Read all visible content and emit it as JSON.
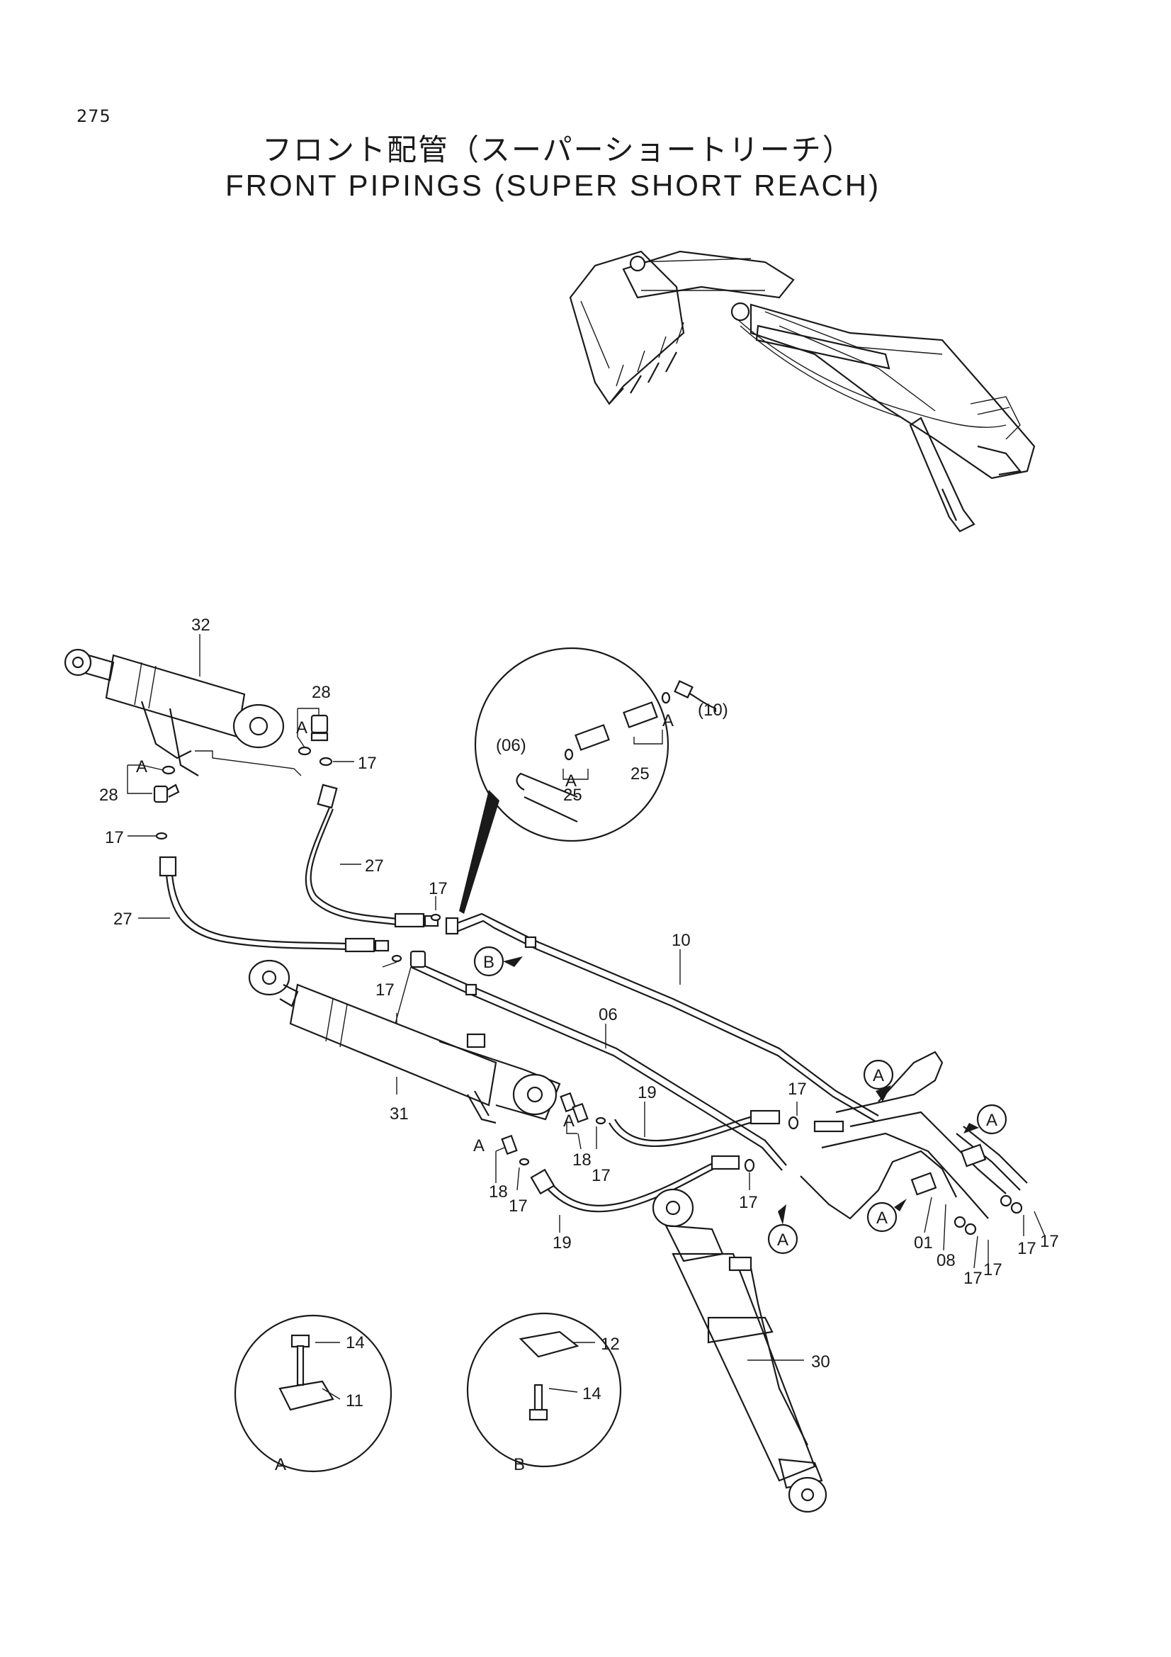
{
  "page": {
    "number": "275"
  },
  "title": {
    "japanese": "フロント配管（スーパーショートリーチ）",
    "english": "FRONT PIPINGS (SUPER SHORT REACH)"
  },
  "callouts": {
    "c32": "32",
    "c28a": "28",
    "c28b": "28",
    "c17a": "17",
    "c17b": "17",
    "c17c": "17",
    "c17d": "17",
    "c17e": "17",
    "c17f": "17",
    "c17g": "17",
    "c17h": "17",
    "c17i": "17",
    "c17j": "17",
    "c17k": "17",
    "c27a": "27",
    "c27b": "27",
    "c10": "10",
    "c06": "06",
    "c31": "31",
    "c19a": "19",
    "c19b": "19",
    "c18a": "18",
    "c18b": "18",
    "c01": "01",
    "c08": "08",
    "c30": "30",
    "c14a": "14",
    "c14b": "14",
    "c11": "11",
    "c12": "12",
    "c25a": "25",
    "c25b": "25",
    "ref06": "(06)",
    "ref10": "(10)"
  },
  "markers": {
    "A": "A",
    "B": "B"
  },
  "detail_views": {
    "A": "A",
    "B": "B"
  }
}
